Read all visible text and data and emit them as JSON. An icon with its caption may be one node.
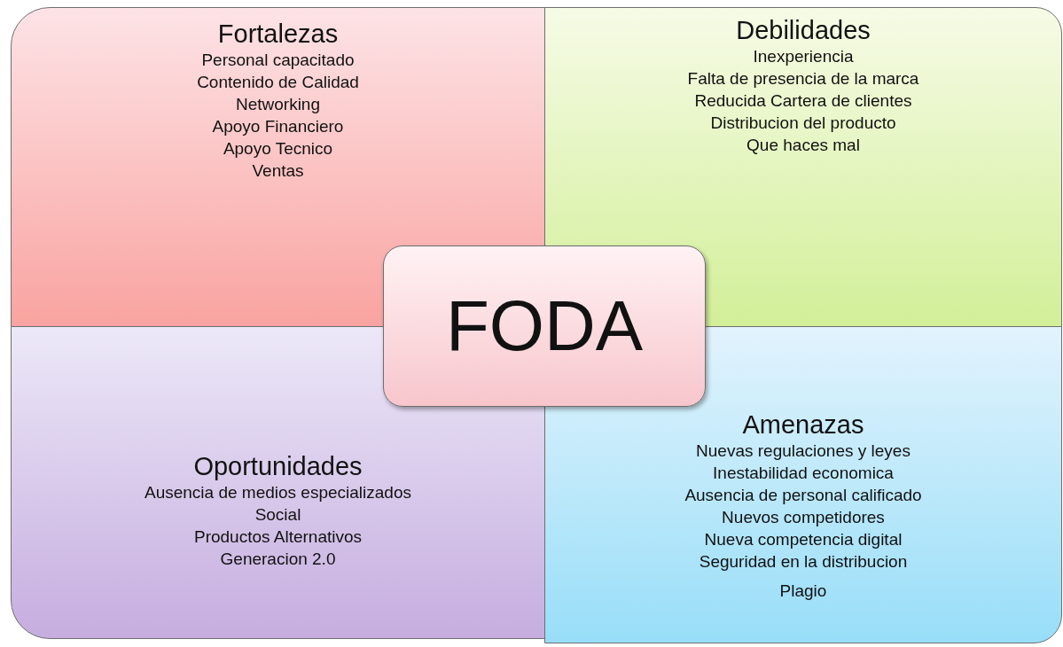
{
  "diagram": {
    "nodes": [
      {
        "text": [
          "Fortalezas",
          "Personal capacitado",
          "Contenido de Calidad",
          "Networking",
          "Apoyo Financiero",
          "Apoyo Tecnico",
          "Ventas"
        ]
      },
      {
        "text": [
          "Debilidades",
          "Inexperiencia",
          "Falta de presencia de la marca",
          "Reducida Cartera de clientes",
          "Distribucion del producto",
          "Que haces mal"
        ]
      },
      {
        "text": [
          "FODA"
        ]
      },
      {
        "text": [
          "Oportunidades",
          "Ausencia de medios especializados",
          "Social",
          "Productos Alternativos",
          "Generacion 2.0"
        ]
      },
      {
        "text": [
          "Amenazas",
          "Nuevas regulaciones y leyes",
          "Inestabilidad economica",
          "Ausencia de personal calificado",
          "Nuevos competidores",
          "Nueva competencia digital",
          "Seguridad en la distribucion",
          "Plagio"
        ]
      }
    ]
  }
}
